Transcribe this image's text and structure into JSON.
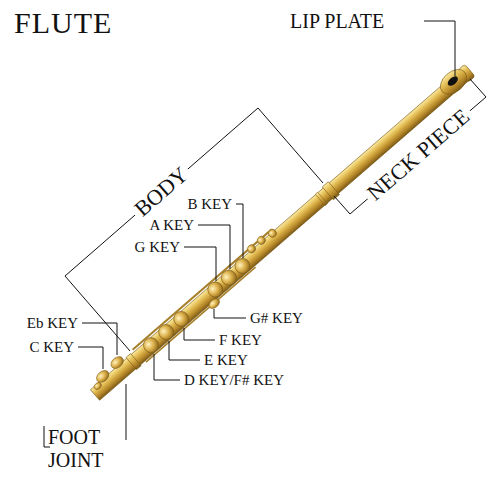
{
  "diagram": {
    "title": "FLUTE",
    "labels": [
      "LIP PLATE",
      "NECK PIECE",
      "BODY",
      "B KEY",
      "A KEY",
      "G KEY",
      "G# KEY",
      "F KEY",
      "E KEY",
      "D KEY/F# KEY",
      "Eb KEY",
      "C KEY",
      "FOOT JOINT"
    ]
  }
}
